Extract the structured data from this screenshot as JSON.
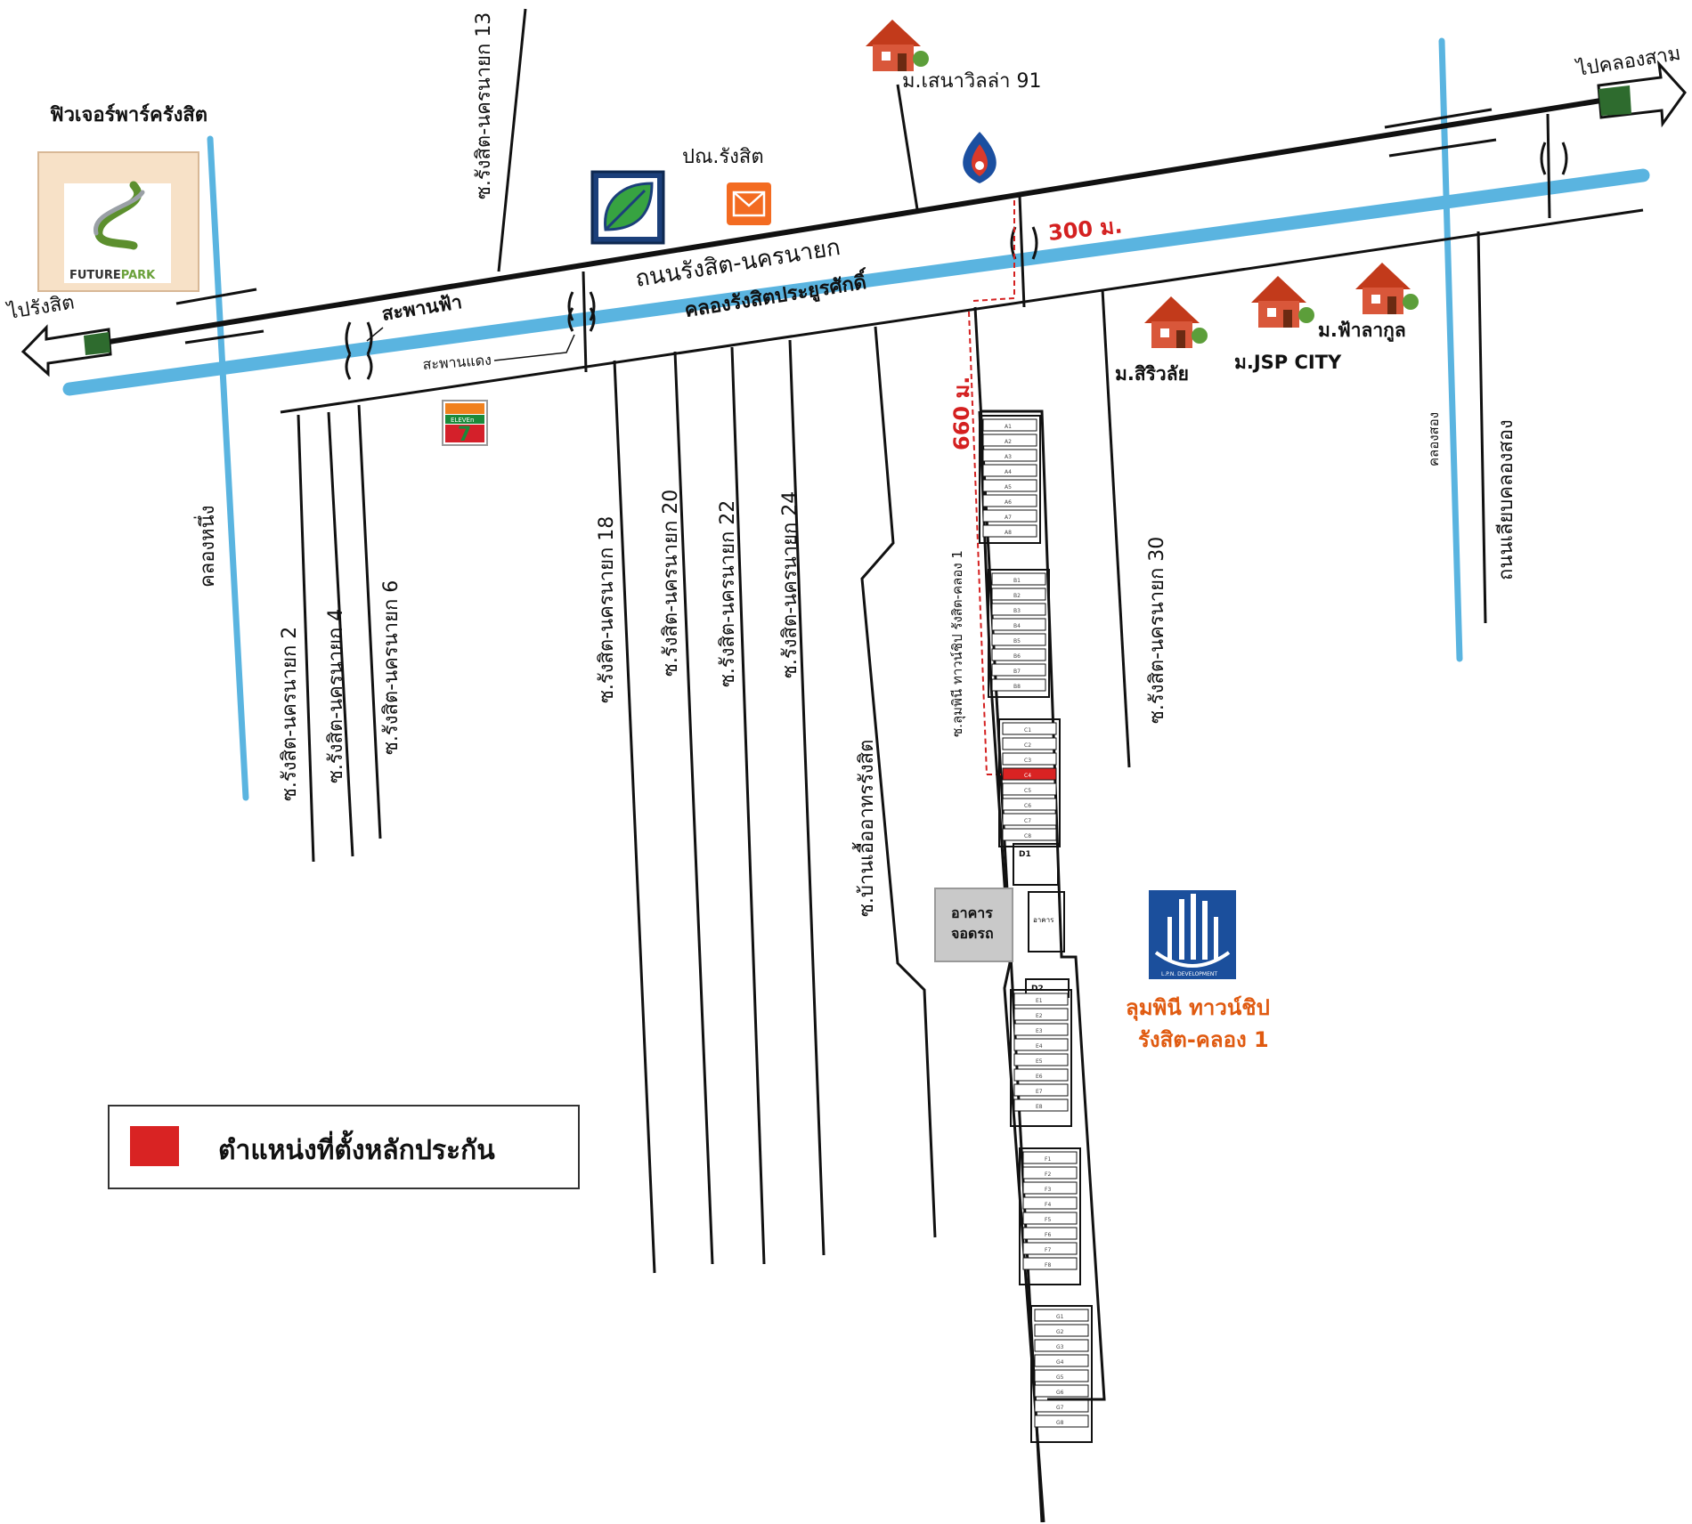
{
  "colors": {
    "canal": "#5ab4e0",
    "road": "#111111",
    "collateral": "#d92323",
    "arrow_green": "#2e6b2e",
    "dim_red": "#d42020",
    "lpn_blue": "#1b4f9c",
    "project_orange": "#e05a10",
    "parking_grey": "#c9c9c9"
  },
  "landmarks": {
    "future_park_title": "ฟิวเจอร์พาร์ครังสิต",
    "future_park_logo_text_a": "FUTURE",
    "future_park_logo_text_b": "PARK",
    "post_office": "ปณ.รังสิต",
    "village_senavilla": "ม.เสนาวิลล่า 91",
    "village_siriwalai": "ม.สิริวลัย",
    "village_jsp": "ม.JSP CITY",
    "village_fahlakul": "ม.ฟ้าลากูล",
    "seven_eleven_text": "ELEVEn",
    "lpn_text": "L.P.N. DEVELOPMENT",
    "project_line1": "ลุมพินี ทาวน์ชิป",
    "project_line2": "รังสิต-คลอง 1",
    "parking_line1": "อาคาร",
    "parking_line2": "จอดรถ"
  },
  "icons": [
    "bangchak-station-icon",
    "post-office-icon",
    "ptt-station-icon",
    "house-icon",
    "seven-eleven-logo",
    "lpn-logo"
  ],
  "roads": {
    "main_road": "ถนนรังสิต-นครนายก",
    "canal_main": "คลองรังสิตประยูรศักดิ์",
    "to_rangsit": "ไปรังสิต",
    "to_khlong_sam": "ไปคลองสาม",
    "skybridge": "สะพานฟ้า",
    "red_bridge": "สะพานแดง",
    "khlong_nueng": "คลองหนึ่ง",
    "khlong_song": "คลองสอง",
    "canal_side_road": "ถนนเลียบคลองสอง",
    "soi_13": "ซ.รังสิต-นครนายก 13",
    "soi_2": "ซ.รังสิต-นครนายก 2",
    "soi_4": "ซ.รังสิต-นครนายก 4",
    "soi_6": "ซ.รังสิต-นครนายก 6",
    "soi_18": "ซ.รังสิต-นครนายก 18",
    "soi_20": "ซ.รังสิต-นครนายก 20",
    "soi_22": "ซ.รังสิต-นครนายก 22",
    "soi_24": "ซ.รังสิต-นครนายก 24",
    "soi_30": "ซ.รังสิต-นครนายก 30",
    "soi_ban_uea": "ซ.บ้านเอื้ออาทรรังสิต",
    "soi_lumpini": "ซ.ลุมพินี ทาวน์ชิป รังสิต-คลอง 1"
  },
  "distances": {
    "d300": "300 ม.",
    "d660": "660 ม."
  },
  "buildings": {
    "A": [
      "A1",
      "A2",
      "A3",
      "A4",
      "A5",
      "A6",
      "A7",
      "A8"
    ],
    "B": [
      "B1",
      "B2",
      "B3",
      "B4",
      "B5",
      "B6",
      "B7",
      "B8"
    ],
    "C": [
      "C1",
      "C2",
      "C3",
      "C4",
      "C5",
      "C6",
      "C7",
      "C8"
    ],
    "D1": "D1",
    "D2": "D2",
    "E": [
      "E1",
      "E2",
      "E3",
      "E4",
      "E5",
      "E6",
      "E7",
      "E8"
    ],
    "F": [
      "F1",
      "F2",
      "F3",
      "F4",
      "F5",
      "F6",
      "F7",
      "F8"
    ],
    "G": [
      "G1",
      "G2",
      "G3",
      "G4",
      "G5",
      "G6",
      "G7",
      "G8"
    ],
    "collateral_unit": "C4",
    "small_building": "อาคาร"
  },
  "legend": {
    "label": "ตำแหน่งที่ตั้งหลักประกัน"
  }
}
